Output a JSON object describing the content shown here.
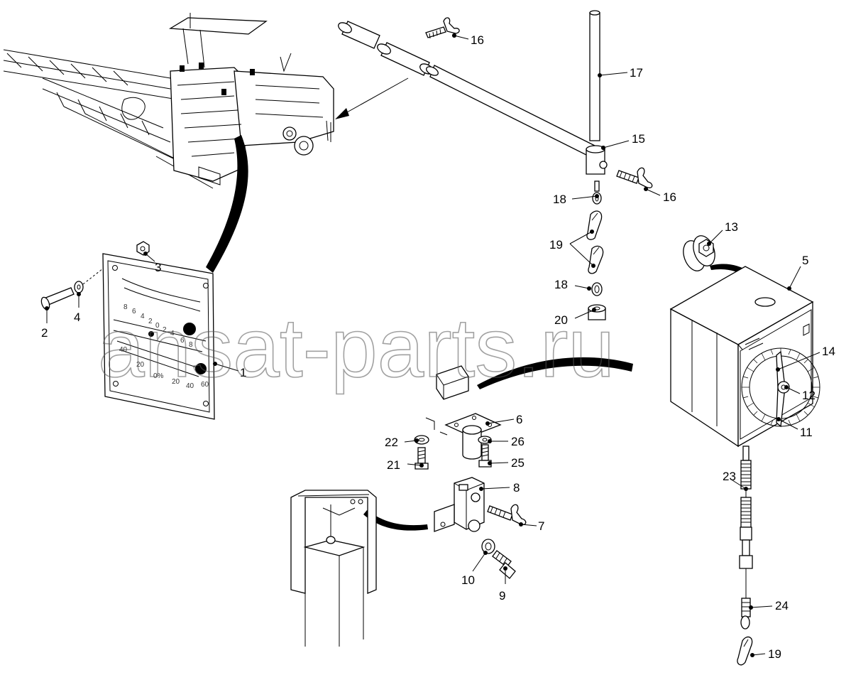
{
  "watermark": "ansat-parts.ru",
  "colors": {
    "line": "#000000",
    "background": "#ffffff",
    "watermark": "#555555"
  },
  "gauge_scale": {
    "top_ticks": [
      "8",
      "6",
      "4",
      "2",
      "0",
      "2",
      "4",
      "6",
      "8"
    ],
    "bottom_ticks": [
      "40",
      "20",
      "0%",
      "20",
      "40",
      "60"
    ]
  },
  "callouts": [
    {
      "id": "c1",
      "label": "1"
    },
    {
      "id": "c2",
      "label": "2"
    },
    {
      "id": "c3",
      "label": "3"
    },
    {
      "id": "c4",
      "label": "4"
    },
    {
      "id": "c5",
      "label": "5"
    },
    {
      "id": "c6",
      "label": "6"
    },
    {
      "id": "c7",
      "label": "7"
    },
    {
      "id": "c8",
      "label": "8"
    },
    {
      "id": "c9",
      "label": "9"
    },
    {
      "id": "c10",
      "label": "10"
    },
    {
      "id": "c11",
      "label": "11"
    },
    {
      "id": "c12",
      "label": "12"
    },
    {
      "id": "c13",
      "label": "13"
    },
    {
      "id": "c14",
      "label": "14"
    },
    {
      "id": "c15",
      "label": "15"
    },
    {
      "id": "c16a",
      "label": "16"
    },
    {
      "id": "c16b",
      "label": "16"
    },
    {
      "id": "c17",
      "label": "17"
    },
    {
      "id": "c18a",
      "label": "18"
    },
    {
      "id": "c18b",
      "label": "18"
    },
    {
      "id": "c19a",
      "label": "19"
    },
    {
      "id": "c19b",
      "label": "19"
    },
    {
      "id": "c20",
      "label": "20"
    },
    {
      "id": "c21",
      "label": "21"
    },
    {
      "id": "c22",
      "label": "22"
    },
    {
      "id": "c23",
      "label": "23"
    },
    {
      "id": "c24",
      "label": "24"
    },
    {
      "id": "c25",
      "label": "25"
    },
    {
      "id": "c26",
      "label": "26"
    }
  ]
}
